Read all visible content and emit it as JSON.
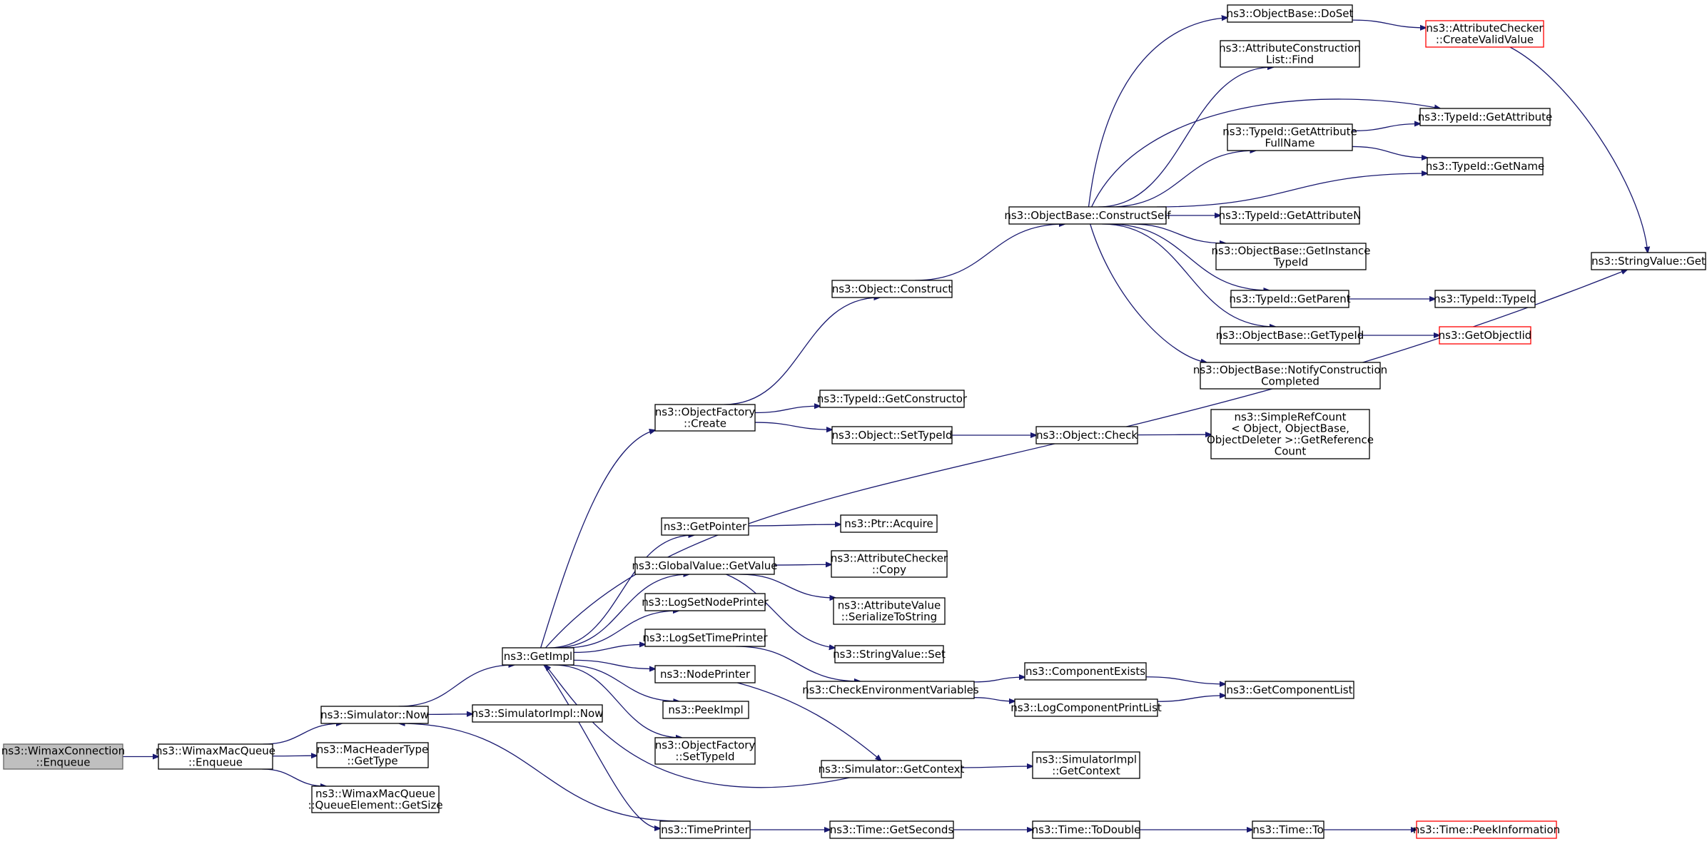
{
  "colors": {
    "background": "#ffffff",
    "edge": "#191970",
    "node_border": "#000000",
    "node_fill": "#ffffff",
    "root_fill": "#bfbfbf",
    "root_border": "#666666",
    "truncated_border": "#ff0000"
  },
  "nodes": {
    "wimax_conn_enqueue": {
      "lines": [
        "ns3::WimaxConnection",
        "::Enqueue"
      ],
      "kind": "root"
    },
    "wimax_queue_enqueue": {
      "lines": [
        "ns3::WimaxMacQueue",
        "::Enqueue"
      ],
      "kind": "normal"
    },
    "simulator_now": {
      "lines": [
        "ns3::Simulator::Now"
      ],
      "kind": "normal"
    },
    "macheader_gettype": {
      "lines": [
        "ns3::MacHeaderType",
        "::GetType"
      ],
      "kind": "normal"
    },
    "queueelement_getsize": {
      "lines": [
        "ns3::WimaxMacQueue",
        "::QueueElement::GetSize"
      ],
      "kind": "normal"
    },
    "getimpl": {
      "lines": [
        "ns3::GetImpl"
      ],
      "kind": "normal"
    },
    "simimpl_now": {
      "lines": [
        "ns3::SimulatorImpl::Now"
      ],
      "kind": "normal"
    },
    "objfactory_create": {
      "lines": [
        "ns3::ObjectFactory",
        "::Create"
      ],
      "kind": "normal"
    },
    "getpointer": {
      "lines": [
        "ns3::GetPointer"
      ],
      "kind": "normal"
    },
    "globalvalue_getvalue": {
      "lines": [
        "ns3::GlobalValue::GetValue"
      ],
      "kind": "normal"
    },
    "logsetnodeprinter": {
      "lines": [
        "ns3::LogSetNodePrinter"
      ],
      "kind": "normal"
    },
    "logsettimeprinter": {
      "lines": [
        "ns3::LogSetTimePrinter"
      ],
      "kind": "normal"
    },
    "nodeprinter": {
      "lines": [
        "ns3::NodePrinter"
      ],
      "kind": "normal"
    },
    "peekimpl": {
      "lines": [
        "ns3::PeekImpl"
      ],
      "kind": "normal"
    },
    "objfactory_settypeid": {
      "lines": [
        "ns3::ObjectFactory",
        "::SetTypeId"
      ],
      "kind": "normal"
    },
    "timeprinter": {
      "lines": [
        "ns3::TimePrinter"
      ],
      "kind": "normal"
    },
    "object_construct": {
      "lines": [
        "ns3::Object::Construct"
      ],
      "kind": "normal"
    },
    "typeid_getconstructor": {
      "lines": [
        "ns3::TypeId::GetConstructor"
      ],
      "kind": "normal"
    },
    "object_settypeid": {
      "lines": [
        "ns3::Object::SetTypeId"
      ],
      "kind": "normal"
    },
    "ptr_acquire": {
      "lines": [
        "ns3::Ptr::Acquire"
      ],
      "kind": "normal"
    },
    "attrchecker_copy": {
      "lines": [
        "ns3::AttributeChecker",
        "::Copy"
      ],
      "kind": "normal"
    },
    "attrvalue_serialize": {
      "lines": [
        "ns3::AttributeValue",
        "::SerializeToString"
      ],
      "kind": "normal"
    },
    "stringvalue_set": {
      "lines": [
        "ns3::StringValue::Set"
      ],
      "kind": "normal"
    },
    "checkenvvars": {
      "lines": [
        "ns3::CheckEnvironmentVariables"
      ],
      "kind": "normal"
    },
    "simulator_getcontext": {
      "lines": [
        "ns3::Simulator::GetContext"
      ],
      "kind": "normal"
    },
    "time_getseconds": {
      "lines": [
        "ns3::Time::GetSeconds"
      ],
      "kind": "normal"
    },
    "constructself": {
      "lines": [
        "ns3::ObjectBase::ConstructSelf"
      ],
      "kind": "normal"
    },
    "object_check": {
      "lines": [
        "ns3::Object::Check"
      ],
      "kind": "normal"
    },
    "componentexists": {
      "lines": [
        "ns3::ComponentExists"
      ],
      "kind": "normal"
    },
    "logcomponentprintlist": {
      "lines": [
        "ns3::LogComponentPrintList"
      ],
      "kind": "normal"
    },
    "simimpl_getcontext": {
      "lines": [
        "ns3::SimulatorImpl",
        "::GetContext"
      ],
      "kind": "normal"
    },
    "time_todouble": {
      "lines": [
        "ns3::Time::ToDouble"
      ],
      "kind": "normal"
    },
    "objectbase_doset": {
      "lines": [
        "ns3::ObjectBase::DoSet"
      ],
      "kind": "normal"
    },
    "attrconstructionlist_find": {
      "lines": [
        "ns3::AttributeConstruction",
        "List::Find"
      ],
      "kind": "normal"
    },
    "typeid_getattributefullname": {
      "lines": [
        "ns3::TypeId::GetAttribute",
        "FullName"
      ],
      "kind": "normal"
    },
    "typeid_getattributen": {
      "lines": [
        "ns3::TypeId::GetAttributeN"
      ],
      "kind": "normal"
    },
    "objectbase_getinstancetypeid": {
      "lines": [
        "ns3::ObjectBase::GetInstance",
        "TypeId"
      ],
      "kind": "normal"
    },
    "typeid_getparent": {
      "lines": [
        "ns3::TypeId::GetParent"
      ],
      "kind": "normal"
    },
    "objectbase_gettypeid": {
      "lines": [
        "ns3::ObjectBase::GetTypeId"
      ],
      "kind": "normal"
    },
    "objectbase_notifyconstruction": {
      "lines": [
        "ns3::ObjectBase::NotifyConstruction",
        "Completed"
      ],
      "kind": "normal"
    },
    "simplerefcount": {
      "lines": [
        "ns3::SimpleRefCount",
        "< Object, ObjectBase,",
        "ObjectDeleter >::GetReference",
        "Count"
      ],
      "kind": "normal"
    },
    "getcomponentlist": {
      "lines": [
        "ns3::GetComponentList"
      ],
      "kind": "normal"
    },
    "time_to": {
      "lines": [
        "ns3::Time::To"
      ],
      "kind": "normal"
    },
    "attrchecker_createvalidvalue": {
      "lines": [
        "ns3::AttributeChecker",
        "::CreateValidValue"
      ],
      "kind": "truncated"
    },
    "typeid_getattribute": {
      "lines": [
        "ns3::TypeId::GetAttribute"
      ],
      "kind": "normal"
    },
    "typeid_getname": {
      "lines": [
        "ns3::TypeId::GetName"
      ],
      "kind": "normal"
    },
    "typeid_typeid": {
      "lines": [
        "ns3::TypeId::TypeId"
      ],
      "kind": "normal"
    },
    "getobjectiid": {
      "lines": [
        "ns3::GetObjectIid"
      ],
      "kind": "truncated"
    },
    "time_peekinformation": {
      "lines": [
        "ns3::Time::PeekInformation"
      ],
      "kind": "truncated"
    },
    "stringvalue_get": {
      "lines": [
        "ns3::StringValue::Get"
      ],
      "kind": "normal"
    }
  },
  "edges": [
    [
      "wimax_conn_enqueue",
      "wimax_queue_enqueue"
    ],
    [
      "wimax_queue_enqueue",
      "simulator_now"
    ],
    [
      "wimax_queue_enqueue",
      "macheader_gettype"
    ],
    [
      "wimax_queue_enqueue",
      "queueelement_getsize"
    ],
    [
      "simulator_now",
      "getimpl"
    ],
    [
      "simulator_now",
      "simimpl_now"
    ],
    [
      "getimpl",
      "objfactory_create"
    ],
    [
      "getimpl",
      "getpointer"
    ],
    [
      "getimpl",
      "globalvalue_getvalue"
    ],
    [
      "getimpl",
      "logsetnodeprinter"
    ],
    [
      "getimpl",
      "logsettimeprinter"
    ],
    [
      "getimpl",
      "nodeprinter"
    ],
    [
      "getimpl",
      "peekimpl"
    ],
    [
      "getimpl",
      "objfactory_settypeid"
    ],
    [
      "getimpl",
      "timeprinter"
    ],
    [
      "getimpl",
      "stringvalue_get"
    ],
    [
      "objfactory_create",
      "object_construct"
    ],
    [
      "objfactory_create",
      "typeid_getconstructor"
    ],
    [
      "objfactory_create",
      "object_settypeid"
    ],
    [
      "object_construct",
      "constructself"
    ],
    [
      "object_settypeid",
      "object_check"
    ],
    [
      "object_check",
      "simplerefcount"
    ],
    [
      "constructself",
      "objectbase_doset"
    ],
    [
      "constructself",
      "attrconstructionlist_find"
    ],
    [
      "constructself",
      "typeid_getattribute"
    ],
    [
      "constructself",
      "typeid_getattributefullname"
    ],
    [
      "constructself",
      "typeid_getname"
    ],
    [
      "constructself",
      "typeid_getattributen"
    ],
    [
      "constructself",
      "objectbase_getinstancetypeid"
    ],
    [
      "constructself",
      "typeid_getparent"
    ],
    [
      "constructself",
      "objectbase_gettypeid"
    ],
    [
      "constructself",
      "objectbase_notifyconstruction"
    ],
    [
      "objectbase_doset",
      "attrchecker_createvalidvalue"
    ],
    [
      "attrchecker_createvalidvalue",
      "stringvalue_get"
    ],
    [
      "typeid_getattributefullname",
      "typeid_getattribute"
    ],
    [
      "typeid_getattributefullname",
      "typeid_getname"
    ],
    [
      "typeid_getparent",
      "typeid_typeid"
    ],
    [
      "objectbase_gettypeid",
      "getobjectiid"
    ],
    [
      "getpointer",
      "ptr_acquire"
    ],
    [
      "globalvalue_getvalue",
      "attrchecker_copy"
    ],
    [
      "globalvalue_getvalue",
      "attrvalue_serialize"
    ],
    [
      "globalvalue_getvalue",
      "stringvalue_set"
    ],
    [
      "logsettimeprinter",
      "checkenvvars"
    ],
    [
      "nodeprinter",
      "simulator_getcontext"
    ],
    [
      "checkenvvars",
      "componentexists"
    ],
    [
      "checkenvvars",
      "logcomponentprintlist"
    ],
    [
      "componentexists",
      "getcomponentlist"
    ],
    [
      "logcomponentprintlist",
      "getcomponentlist"
    ],
    [
      "simulator_getcontext",
      "getimpl"
    ],
    [
      "simulator_getcontext",
      "simimpl_getcontext"
    ],
    [
      "timeprinter",
      "simulator_now"
    ],
    [
      "timeprinter",
      "time_getseconds"
    ],
    [
      "time_getseconds",
      "time_todouble"
    ],
    [
      "time_todouble",
      "time_to"
    ],
    [
      "time_to",
      "time_peekinformation"
    ]
  ]
}
